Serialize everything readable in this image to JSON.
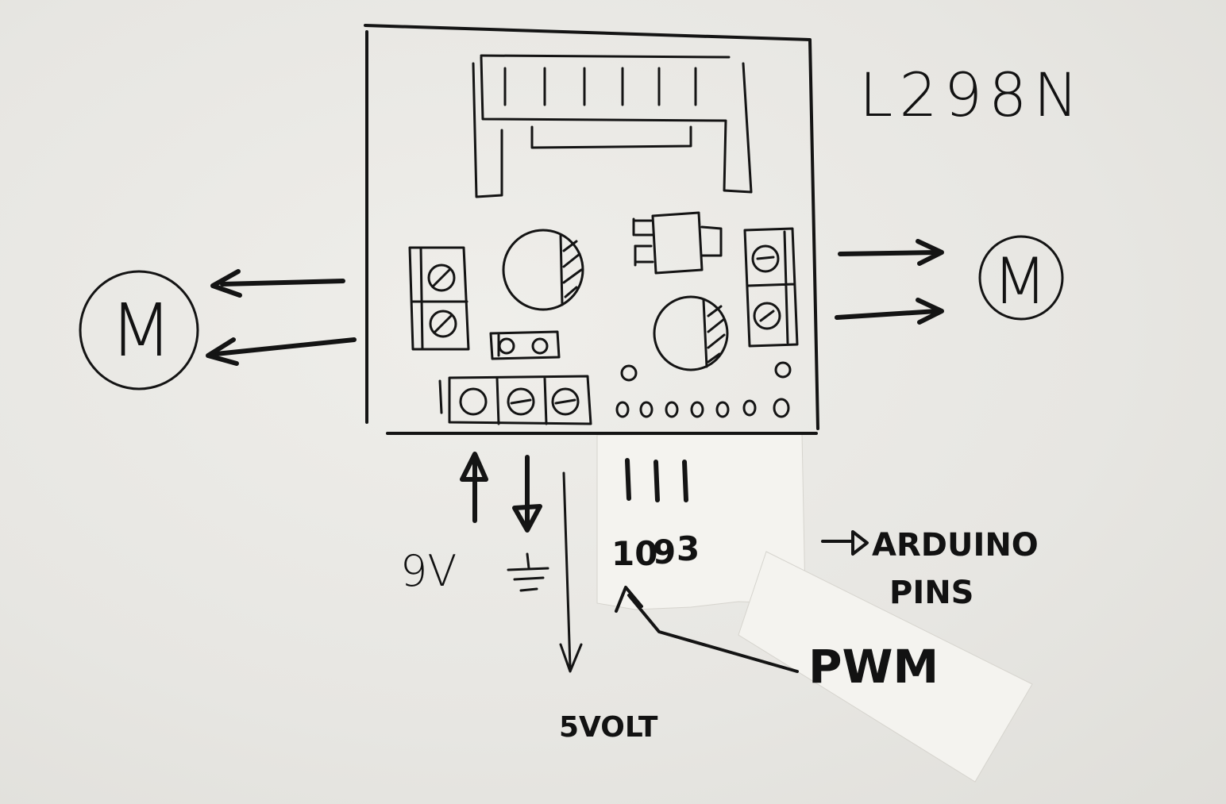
{
  "labels": {
    "module": "L298N",
    "motor_left": "M",
    "motor_right": "M",
    "power_in": "9V",
    "pin_10": "10",
    "pin_9": "9",
    "pin_3": "3",
    "arduino_line1": "ARDUINO",
    "arduino_line2": "PINS",
    "pwm": "PWM",
    "five_volt": "5VOLT"
  },
  "colors": {
    "ink": "#141414",
    "paper": "#e9e8e4",
    "tape": "#f4f3ef"
  }
}
